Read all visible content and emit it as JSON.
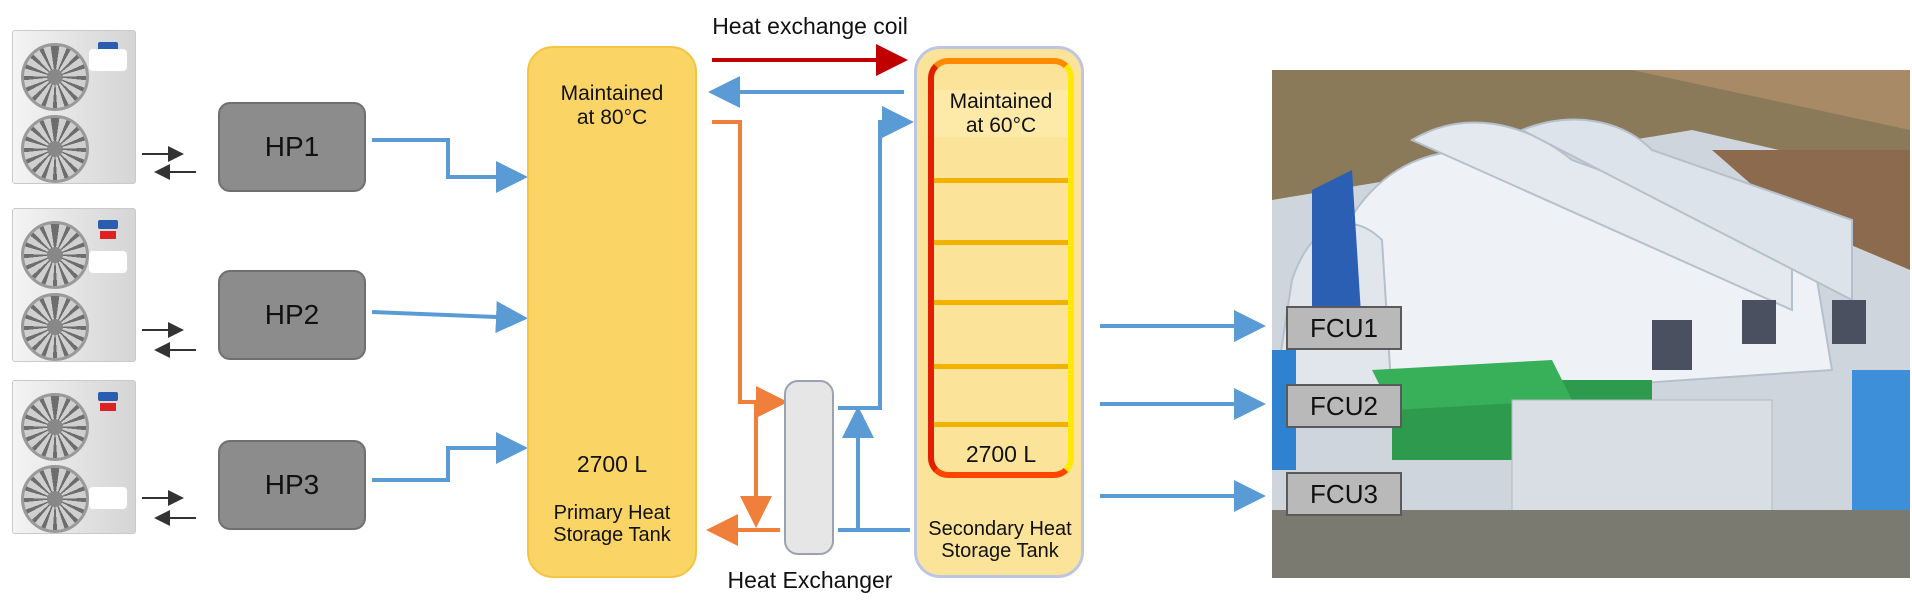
{
  "diagram": {
    "heat_pumps": [
      {
        "label": "HP1"
      },
      {
        "label": "HP2"
      },
      {
        "label": "HP3"
      }
    ],
    "primary_tank": {
      "top_text_line1": "Maintained",
      "top_text_line2": "at 80°C",
      "capacity": "2700 L",
      "name_line1": "Primary Heat",
      "name_line2": "Storage Tank"
    },
    "secondary_tank": {
      "top_text_line1": "Maintained",
      "top_text_line2": "at 60°C",
      "capacity": "2700 L",
      "name_line1": "Secondary Heat",
      "name_line2": "Storage Tank"
    },
    "coil_label": "Heat exchange coil",
    "heat_exchanger_label": "Heat Exchanger",
    "fcus": [
      {
        "label": "FCU1"
      },
      {
        "label": "FCU2"
      },
      {
        "label": "FCU3"
      }
    ],
    "colors": {
      "hot_pipe": "#f07f3c",
      "cold_pipe": "#5b9bd5",
      "coil_arrow": "#c00000",
      "tank_primary": "#fad566",
      "tank_secondary": "#fce39a",
      "hp_box": "#8c8c8c"
    }
  }
}
